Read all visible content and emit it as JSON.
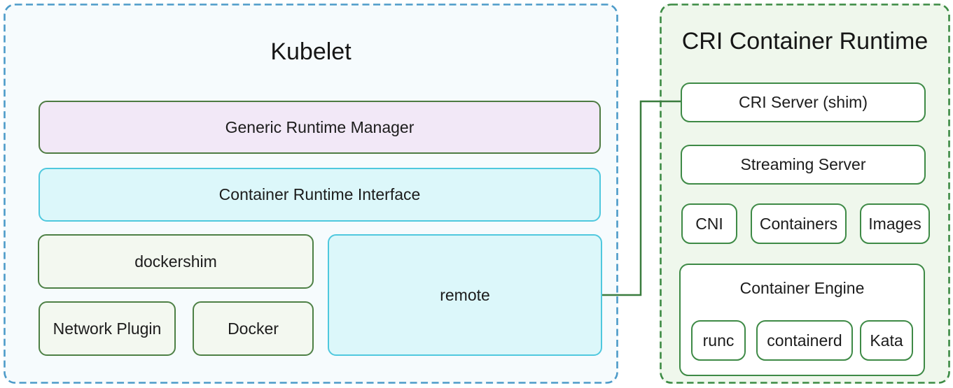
{
  "kubelet": {
    "title": "Kubelet",
    "generic_runtime_manager": "Generic Runtime Manager",
    "container_runtime_interface": "Container Runtime Interface",
    "dockershim": "dockershim",
    "network_plugin": "Network Plugin",
    "docker": "Docker",
    "remote": "remote"
  },
  "cri_runtime": {
    "title": "CRI Container Runtime",
    "cri_server": "CRI Server (shim)",
    "streaming_server": "Streaming Server",
    "cni": "CNI",
    "containers": "Containers",
    "images": "Images",
    "container_engine": "Container Engine",
    "runc": "runc",
    "containerd": "containerd",
    "kata": "Kata"
  },
  "connections": [
    {
      "from": "remote",
      "to": "CRI Server (shim)"
    }
  ],
  "colors": {
    "kubelet_panel_border": "#4d9bc9",
    "kubelet_panel_fill": "#f6fbfd",
    "cri_panel_border": "#3c8b44",
    "cri_panel_fill": "#eff7ec",
    "green_box_border": "#4d8045",
    "green_box_fill": "#f3f8f0",
    "cyan_box_border": "#4fc8de",
    "cyan_box_fill": "#dcf7fa",
    "purple_box_fill": "#f2e8f7",
    "white_box_border": "#3e8a46",
    "connector": "#3a7c3e",
    "text": "#1c1c1c"
  }
}
